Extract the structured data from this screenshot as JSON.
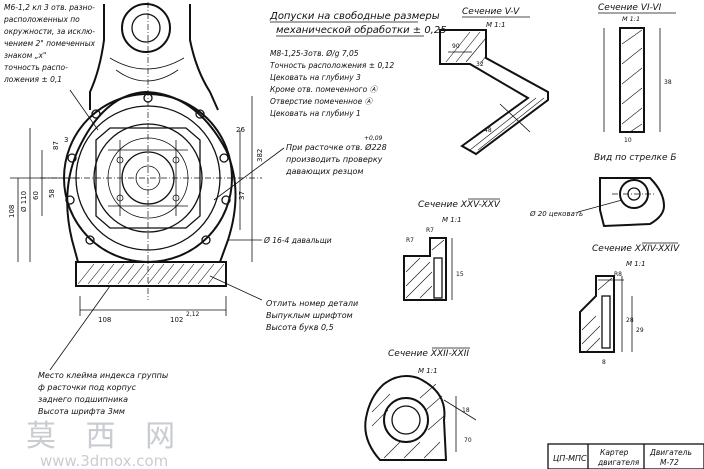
{
  "tolerances": {
    "title_line1": "Допуски на свободные размеры",
    "title_line2": "механической обработки ± 0,25",
    "lines": [
      "М8-1,25-3отв. Ø/g 7,05",
      "Точность расположения ± 0,12",
      "Цековать на глубину 3",
      "Кроме отв. помеченного Ⓐ",
      "Отверстие помеченное Ⓐ",
      "Цековать на глубину 1"
    ]
  },
  "left_note": {
    "lines": [
      "М6-1,2 кл 3 отв. разно-",
      "расположенных по",
      "окружности, за исклю-",
      "чением 2\" помеченных",
      "знаком „х\"",
      "точность распо-",
      "ложения ± 0,1"
    ]
  },
  "boring_note": {
    "lines": [
      "При расточке отв. Ø228",
      "производить проверку",
      "давающих резцом"
    ],
    "superscript": "+0,09"
  },
  "holes_label": "Ø 16-4 давальщи",
  "part_number_note": {
    "lines": [
      "Отлить номер детали",
      "Выпуклым шрифтом",
      "Высота букв 0,5"
    ]
  },
  "index_note": {
    "lines": [
      "Место клейма индекса группы",
      "ф расточки под корпус",
      "заднего подшипника",
      "Высота шрифта 3мм"
    ]
  },
  "main_view_dims": {
    "left": [
      "108",
      "Ø 110",
      "60"
    ],
    "center": [
      "87",
      "58",
      "3"
    ],
    "right": [
      "382",
      "26",
      "37"
    ],
    "bottom": [
      "108",
      "102",
      "2,12"
    ]
  },
  "section_vv": {
    "title": "Сечение V-V",
    "scale": "М 1:1",
    "dims": [
      "90",
      "32",
      "48"
    ]
  },
  "section_vivi": {
    "title": "Сечение VI-VI",
    "scale": "М 1:1",
    "dims": [
      "38",
      "10"
    ]
  },
  "arrow_view": {
    "title": "Вид по стрелке Б",
    "hole_label": "Ø 20 цековать"
  },
  "section_xxv": {
    "title": "Сечение XXV-XXV",
    "scale": "М 1:1",
    "dims": [
      "R7",
      "R7",
      "15"
    ]
  },
  "section_xxiv": {
    "title": "Сечение XXIV-XXIV",
    "scale": "М 1:1",
    "dims": [
      "R8",
      "8",
      "28",
      "29"
    ]
  },
  "section_xxii": {
    "title": "Сечение XXII-XXII",
    "scale": "М 1:1",
    "dims": [
      "18",
      "70"
    ]
  },
  "title_block": {
    "code": "ЦП-МПС",
    "doc_line1": "Картер",
    "doc_line2": "двигателя",
    "sheet_line1": "Двигатель",
    "sheet_line2": "М-72"
  },
  "watermark": {
    "glyphs": "莫 西 网",
    "url": "www.3dmox.com"
  }
}
